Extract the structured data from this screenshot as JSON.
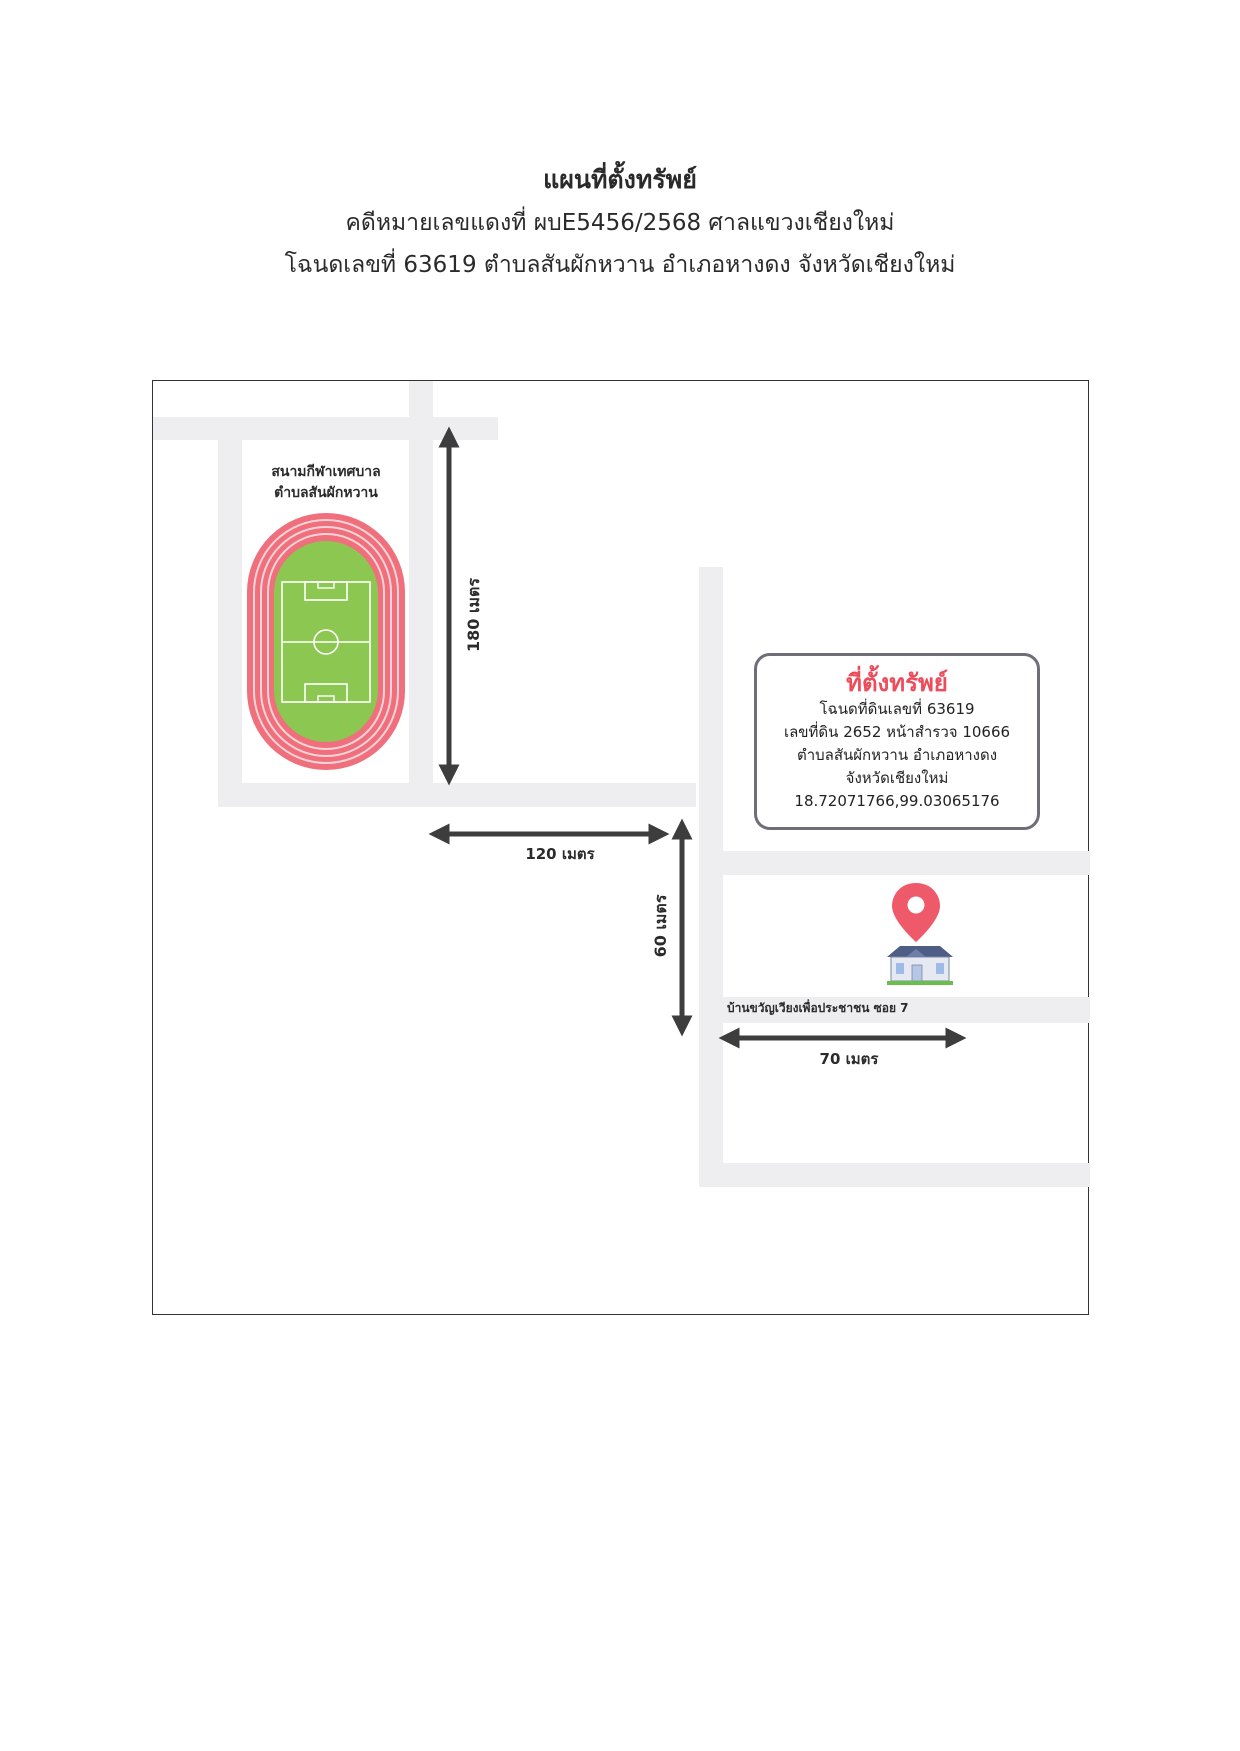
{
  "header": {
    "title": "แผนที่ตั้งทรัพย์",
    "case_line": "คดีหมายเลขแดงที่ ผบE5456/2568  ศาลแขวงเชียงใหม่",
    "deed_line": "โฉนดเลขที่ 63619 ตำบลสันผักหวาน อำเภอหางดง จังหวัดเชียงใหม่"
  },
  "map": {
    "stadium": {
      "label_line1": "สนามกีฬาเทศบาล",
      "label_line2": "ตำบลสันผักหวาน",
      "icon": "stadium-icon"
    },
    "distances": {
      "vertical_stadium": "180 เมตร",
      "horizontal_main": "120 เมตร",
      "vertical_short": "60 เมตร",
      "horizontal_soi": "70 เมตร"
    },
    "soi_label": "บ้านขวัญเวียงเพื่อประชาชน ซอย 7",
    "property": {
      "title": "ที่ตั้งทรัพย์",
      "line1": "โฉนดที่ดินเลขที่ 63619",
      "line2": "เลขที่ดิน 2652 หน้าสำรวจ 10666",
      "line3": "ตำบลสันผักหวาน อำเภอหางดง",
      "line4": "จังหวัดเชียงใหม่",
      "coordinates": "18.72071766,99.03065176",
      "pin_icon": "location-pin-icon",
      "house_icon": "house-icon"
    },
    "colors": {
      "road": "#eeeef0",
      "track": "#ef6f7c",
      "field": "#8cc752",
      "arrow": "#3d3d3d",
      "pin": "#ee5a6a",
      "accent_title": "#ee4b5b"
    }
  }
}
